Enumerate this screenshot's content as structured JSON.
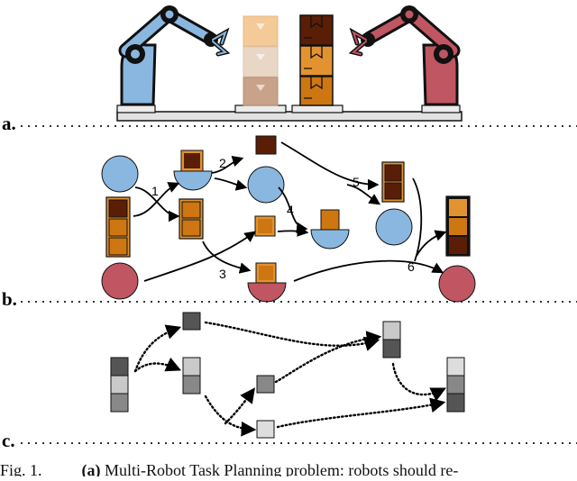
{
  "panels": {
    "a": "a.",
    "b": "b.",
    "c": "c."
  },
  "caption": {
    "fig_label": "Fig. 1.",
    "part_label": "(a)",
    "text": "Multi-Robot Task Planning problem: robots should re-"
  },
  "steps": [
    "1",
    "2",
    "3",
    "4",
    "5",
    "6"
  ],
  "colors": {
    "robot_left": "#8ab7df",
    "robot_right": "#bf5662",
    "box_dark": "#5a1e06",
    "box_orange": "#cd7612",
    "box_mid_orange": "#e29330",
    "box_light": "#f3ca98",
    "box_faded": "#c9a28a",
    "gray_dark": "#555555",
    "gray_mid": "#888888",
    "gray_light": "#c9c9c9"
  },
  "icons": [
    "robot-arm-left-icon",
    "robot-arm-right-icon",
    "cardboard-box-icon",
    "workbench-icon"
  ]
}
